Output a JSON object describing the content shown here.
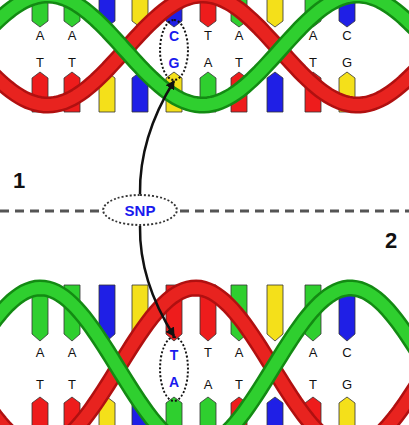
{
  "diagram": {
    "nodes": [
      {
        "text": [
          "C",
          "G"
        ]
      },
      {
        "text": [
          "SNP"
        ]
      },
      {
        "text": [
          "T",
          "A"
        ]
      }
    ],
    "edges": [
      {
        "from": 1,
        "to": 0,
        "arrow": "to"
      },
      {
        "from": 1,
        "to": 2,
        "arrow": "to"
      }
    ],
    "labels": [
      "A",
      "A",
      "T",
      "A",
      "A",
      "C",
      "T",
      "T",
      "A",
      "T",
      "T",
      "G",
      "1",
      "2",
      "A",
      "A",
      "T",
      "A",
      "A",
      "C",
      "T",
      "T",
      "A",
      "T",
      "T",
      "G"
    ]
  }
}
